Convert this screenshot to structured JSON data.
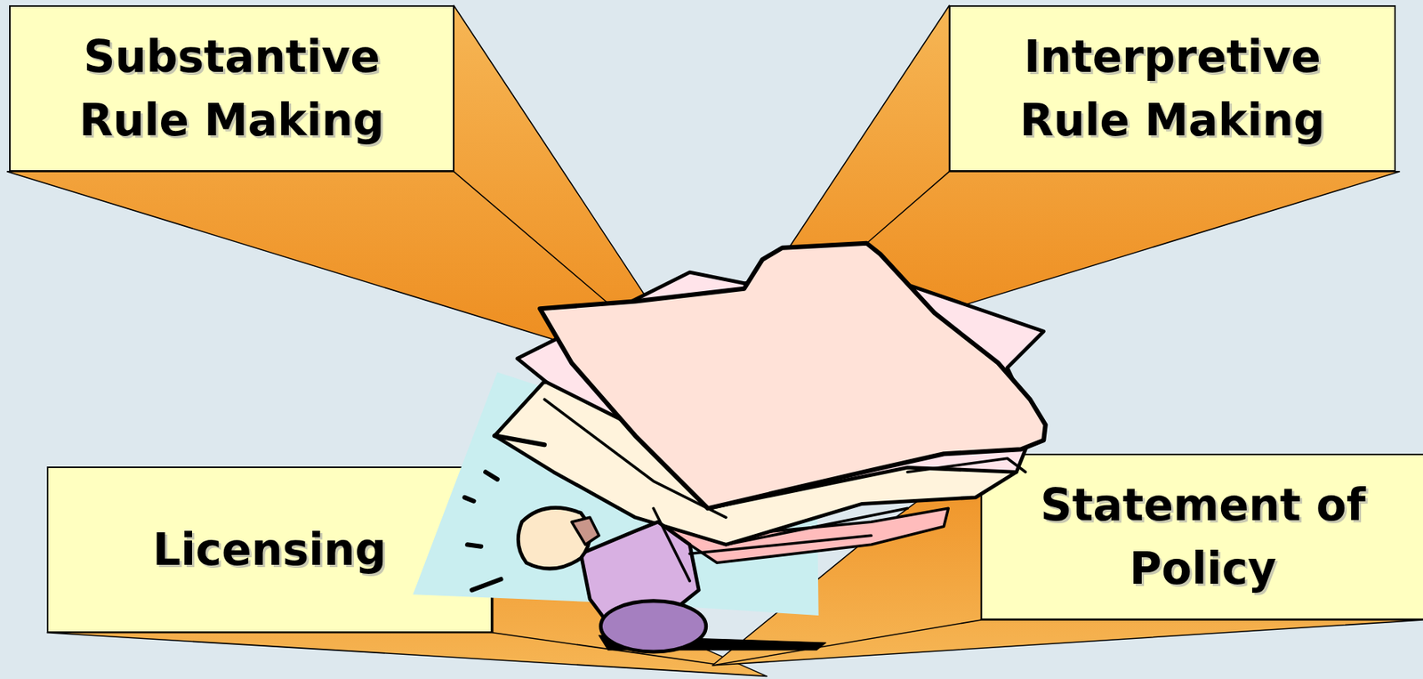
{
  "diagram": {
    "nodes": [
      {
        "text": [
          "Substantive Rule Making"
        ]
      },
      {
        "text": [
          "Interpretive Rule Making"
        ]
      },
      {
        "text": [
          "Licensing"
        ]
      },
      {
        "text": [
          "Statement of Policy"
        ]
      }
    ]
  }
}
